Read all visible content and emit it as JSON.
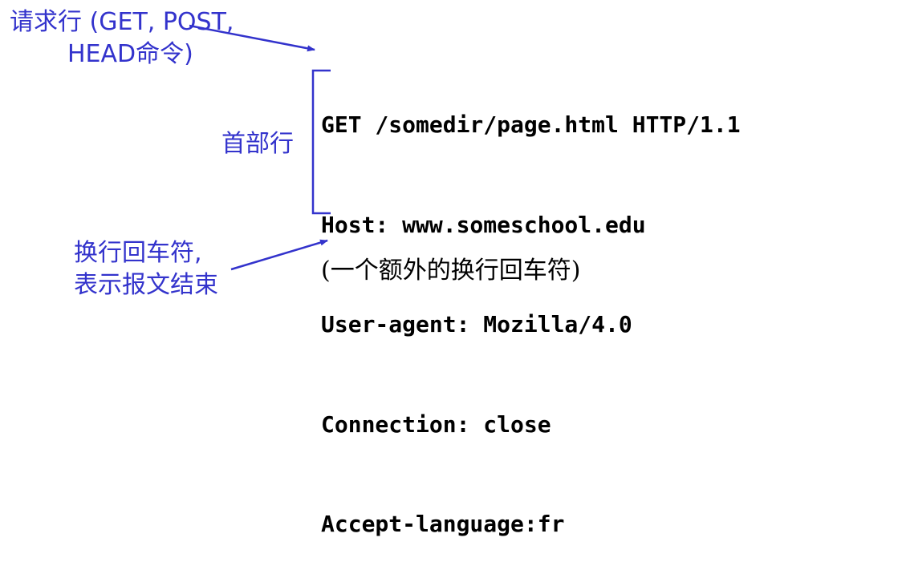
{
  "labels": {
    "request_line": [
      "请求行 (GET, POST,",
      "HEAD命令)"
    ],
    "header_lines": "首部行",
    "crlf_end": [
      "换行回车符,",
      "表示报文结束"
    ]
  },
  "request": {
    "lines": [
      "GET /somedir/page.html HTTP/1.1",
      "Host: www.someschool.edu",
      "User-agent: Mozilla/4.0",
      "Connection: close",
      "Accept-language:fr"
    ],
    "extra_crlf": "(一个额外的换行回车符)"
  },
  "colors": {
    "annotation": "#3333cc",
    "code_text": "#000000"
  }
}
